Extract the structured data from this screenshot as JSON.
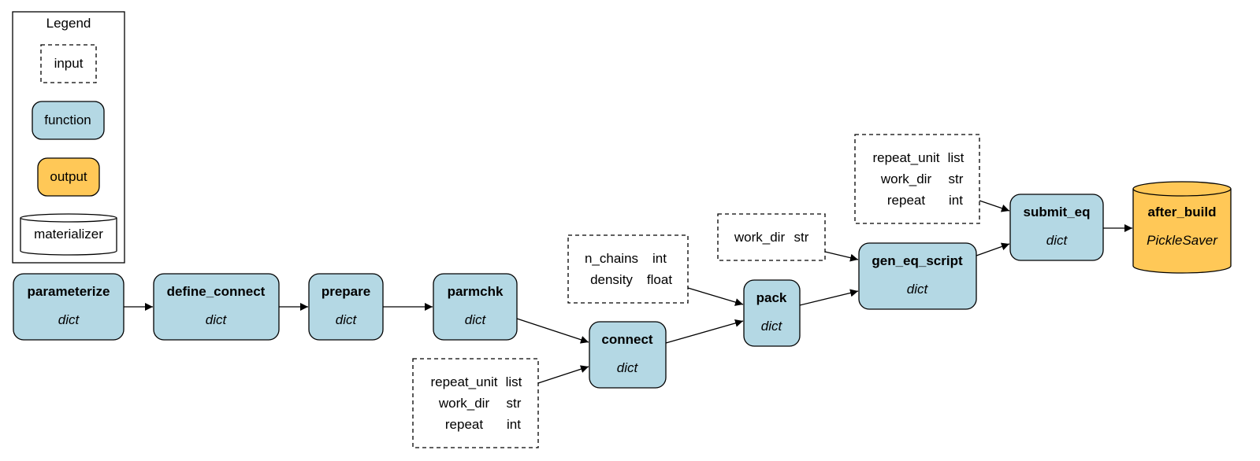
{
  "colors": {
    "function_fill": "#b4d8e4",
    "output_fill": "#ffc857",
    "stroke": "#000000",
    "background": "#ffffff"
  },
  "legend": {
    "title": "Legend",
    "input": "input",
    "function": "function",
    "output": "output",
    "materializer": "materializer"
  },
  "nodes": {
    "parameterize": {
      "name": "parameterize",
      "type": "dict"
    },
    "define_connect": {
      "name": "define_connect",
      "type": "dict"
    },
    "prepare": {
      "name": "prepare",
      "type": "dict"
    },
    "parmchk": {
      "name": "parmchk",
      "type": "dict"
    },
    "connect": {
      "name": "connect",
      "type": "dict"
    },
    "pack": {
      "name": "pack",
      "type": "dict"
    },
    "gen_eq_script": {
      "name": "gen_eq_script",
      "type": "dict"
    },
    "submit_eq": {
      "name": "submit_eq",
      "type": "dict"
    },
    "after_build": {
      "name": "after_build",
      "type": "PickleSaver"
    }
  },
  "inputs": {
    "connect_inputs": [
      {
        "name": "repeat_unit",
        "type": "list"
      },
      {
        "name": "work_dir",
        "type": "str"
      },
      {
        "name": "repeat",
        "type": "int"
      }
    ],
    "pack_inputs": [
      {
        "name": "n_chains",
        "type": "int"
      },
      {
        "name": "density",
        "type": "float"
      }
    ],
    "gen_eq_inputs": [
      {
        "name": "work_dir",
        "type": "str"
      }
    ],
    "submit_eq_inputs": [
      {
        "name": "repeat_unit",
        "type": "list"
      },
      {
        "name": "work_dir",
        "type": "str"
      },
      {
        "name": "repeat",
        "type": "int"
      }
    ]
  }
}
